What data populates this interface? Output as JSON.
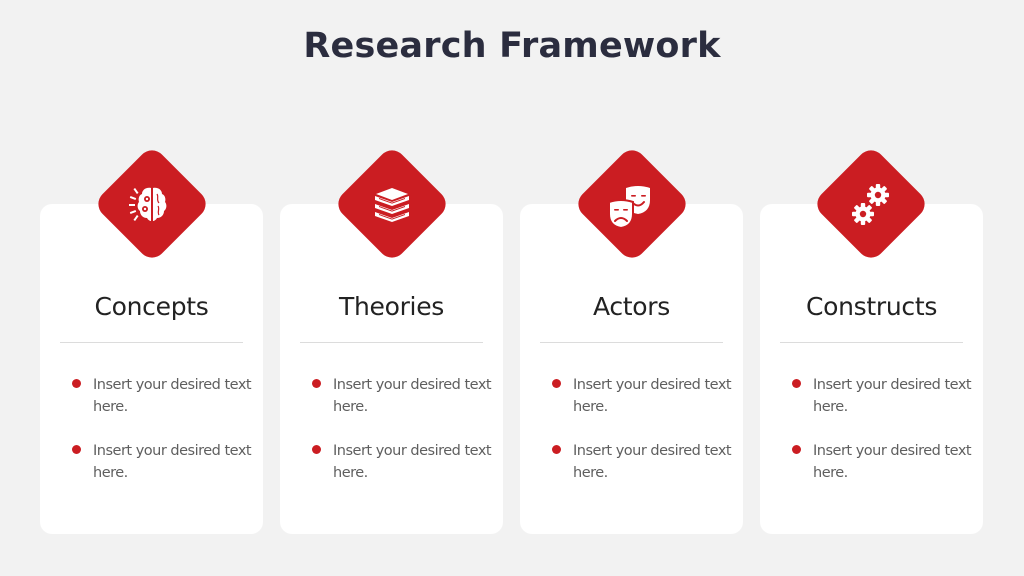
{
  "slide": {
    "title": "Research Framework",
    "accent_color": "#CB1D22",
    "title_color": "#2B2D3F",
    "background_color": "#F2F2F2"
  },
  "cards": [
    {
      "title": "Concepts",
      "icon": "brain-gears-icon",
      "bullets": [
        "Insert your desired text here.",
        "Insert your desired text here."
      ]
    },
    {
      "title": "Theories",
      "icon": "book-stack-icon",
      "bullets": [
        "Insert your desired text here.",
        "Insert your desired text here."
      ]
    },
    {
      "title": "Actors",
      "icon": "theater-masks-icon",
      "bullets": [
        "Insert your desired text here.",
        "Insert your desired text here."
      ]
    },
    {
      "title": "Constructs",
      "icon": "gears-icon",
      "bullets": [
        "Insert your desired text here.",
        "Insert your desired text here."
      ]
    }
  ]
}
